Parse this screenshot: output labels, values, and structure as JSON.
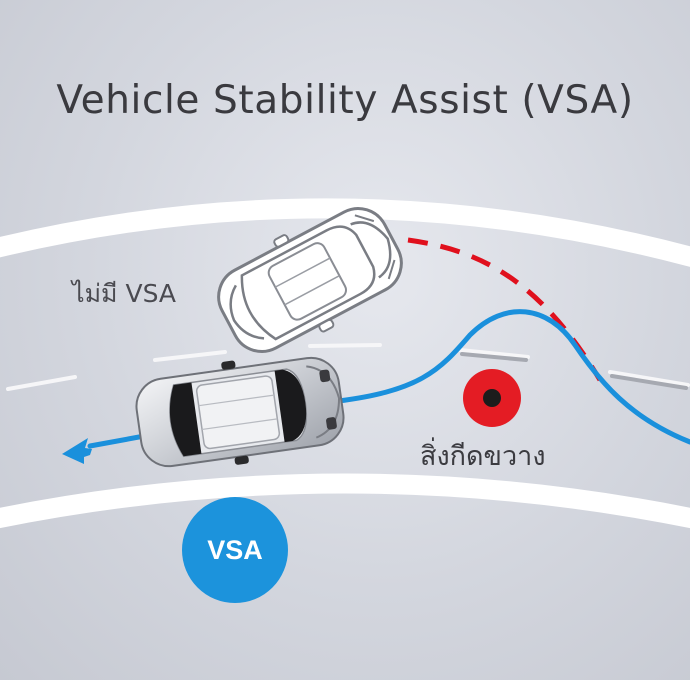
{
  "title": "Vehicle Stability Assist (VSA)",
  "labels": {
    "without_vsa": "ไม่มี VSA",
    "obstacle": "สิ่งกีดขวาง",
    "vsa_badge": "VSA"
  },
  "colors": {
    "vsa_path": "#1a90dc",
    "no_vsa_path": "#e0101d",
    "obstacle_outer": "#e41c24",
    "obstacle_inner": "#1c1c1c",
    "badge": "#1c93dc",
    "road_edge": "#ffffff"
  },
  "icons": {
    "car_without_vsa": "car-outline-icon",
    "car_with_vsa": "car-silver-icon",
    "obstacle": "obstacle-target-icon",
    "direction": "arrow-left-icon"
  }
}
